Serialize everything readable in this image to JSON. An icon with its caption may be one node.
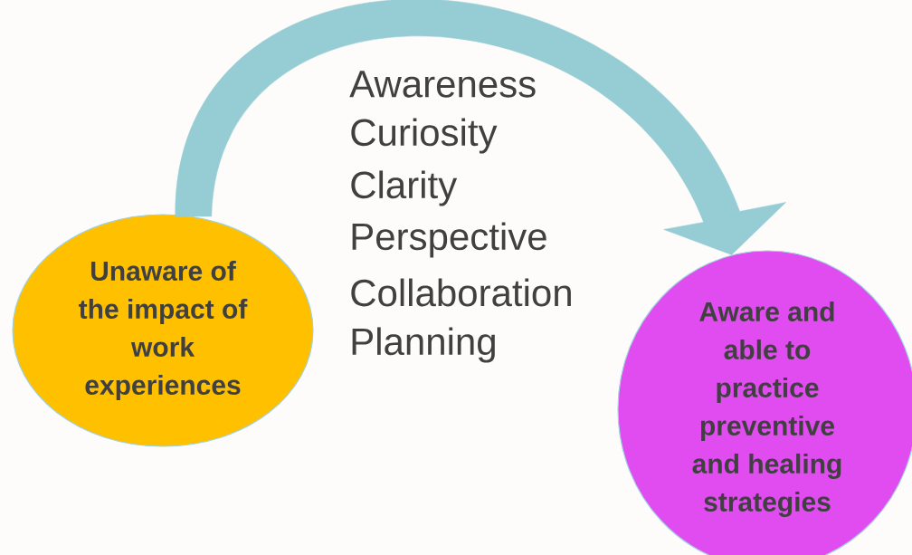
{
  "diagram": {
    "nodes": [
      {
        "text": [
          "Unaware of the impact of work experiences"
        ]
      },
      {
        "text": [
          "Aware and able to practice preventive and healing strategies"
        ]
      }
    ],
    "edges": [
      {
        "from": 0,
        "to": 1,
        "arrow": "to"
      }
    ],
    "labels": [
      "Awareness",
      "Curiosity",
      "Clarity",
      "Perspective",
      "Collaboration",
      "Planning"
    ]
  }
}
